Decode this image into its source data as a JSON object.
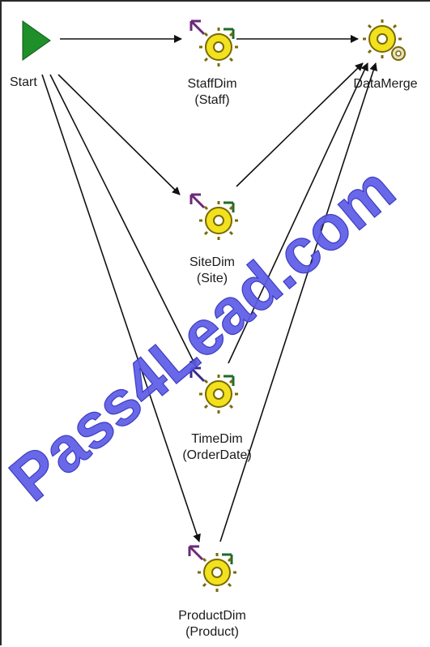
{
  "nodes": {
    "start": {
      "label": "Start"
    },
    "staff_dim": {
      "label": "StaffDim",
      "sublabel": "(Staff)"
    },
    "data_merge": {
      "label": "DataMerge"
    },
    "site_dim": {
      "label": "SiteDim",
      "sublabel": "(Site)"
    },
    "time_dim": {
      "label": "TimeDim",
      "sublabel": "(OrderDate)"
    },
    "product_dim": {
      "label": "ProductDim",
      "sublabel": "(Product)"
    }
  },
  "watermark": {
    "text": "Pass4Lead.com",
    "color": "#5b5be6"
  },
  "colors": {
    "start_triangle": "#1f8f2a",
    "gear": "#f2e11e",
    "gear_outline": "#7a6a00",
    "arrow_purple": "#6b2a7a",
    "arrow_green": "#1f6b2a",
    "edge": "#111111"
  }
}
